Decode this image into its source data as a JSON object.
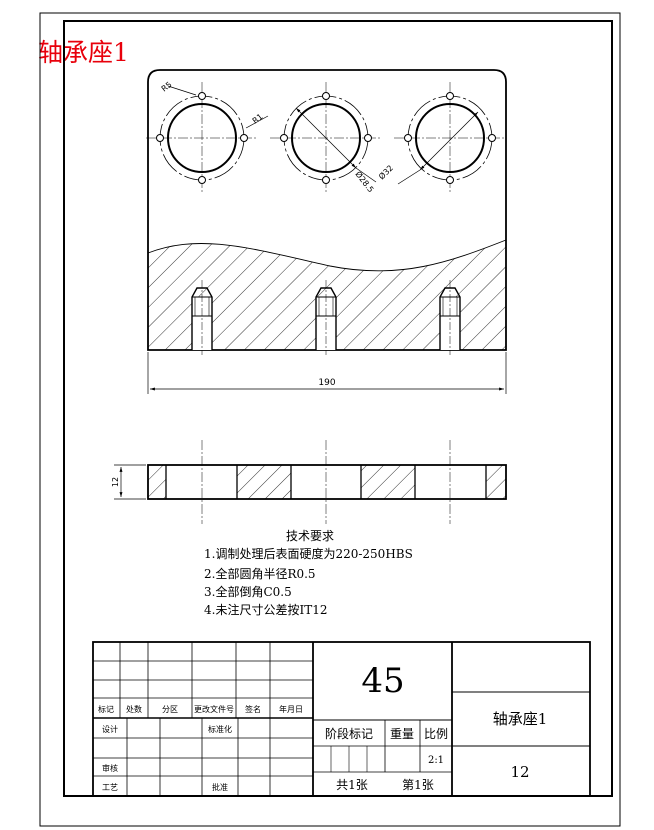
{
  "header_label": "轴承座1",
  "dimensions": {
    "r5": "R5",
    "r1": "R1",
    "d28": "Ø28.5",
    "d32": "Ø32",
    "length": "190",
    "thickness": "12"
  },
  "tech_requirements": {
    "title": "技术要求",
    "items": [
      "1.调制处理后表面硬度为220-250HBS",
      "2.全部圆角半径R0.5",
      "3.全部倒角C0.5",
      "4.未注尺寸公差按IT12"
    ]
  },
  "title_block": {
    "material": "45",
    "part_name": "轴承座1",
    "drawing_no": "12",
    "scale": "2:1",
    "sheets_total": "共1张",
    "sheet_no": "第1张",
    "labels": {
      "mark": "标记",
      "count": "处数",
      "zone": "分区",
      "change_doc": "更改文件号",
      "signature": "签名",
      "date": "年月日",
      "design": "设计",
      "standardize": "标准化",
      "review": "审核",
      "process": "工艺",
      "approve": "批准",
      "stage_mark": "阶段标记",
      "weight": "重量",
      "scale_label": "比例"
    }
  }
}
